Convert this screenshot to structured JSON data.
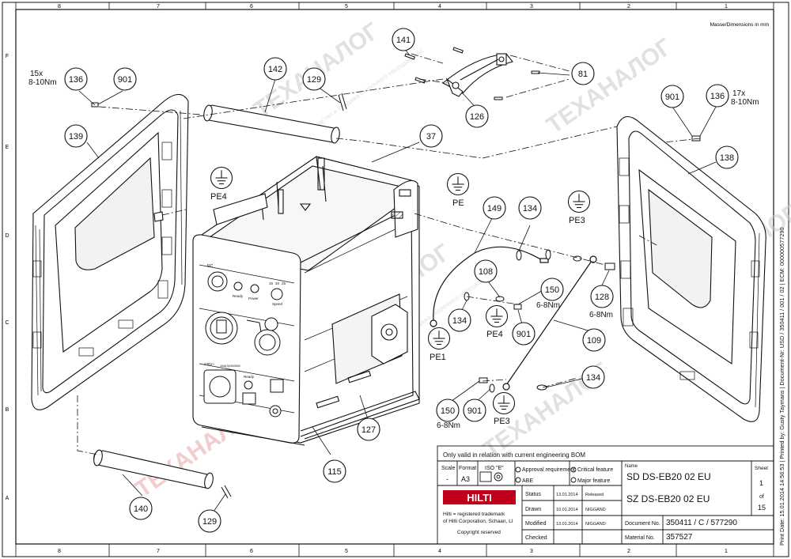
{
  "sheet": {
    "dimensions_note": "Masse/Dimensions in mm",
    "col_labels": [
      "8",
      "7",
      "6",
      "5",
      "4",
      "3",
      "2",
      "1"
    ],
    "row_labels": [
      "F",
      "E",
      "D",
      "C",
      "B",
      "A"
    ]
  },
  "watermark": {
    "text": "ТЕХАНАЛОГ",
    "subtext": "производство и продажа сварочного оборудования"
  },
  "callouts": [
    {
      "id": "c136a",
      "label": "136"
    },
    {
      "id": "c901a",
      "label": "901"
    },
    {
      "id": "c142",
      "label": "142"
    },
    {
      "id": "c129a",
      "label": "129"
    },
    {
      "id": "c141",
      "label": "141"
    },
    {
      "id": "c81",
      "label": "81"
    },
    {
      "id": "c126",
      "label": "126"
    },
    {
      "id": "c37",
      "label": "37"
    },
    {
      "id": "c139",
      "label": "139"
    },
    {
      "id": "c901b",
      "label": "901"
    },
    {
      "id": "c136b",
      "label": "136"
    },
    {
      "id": "c138",
      "label": "138"
    },
    {
      "id": "c149",
      "label": "149"
    },
    {
      "id": "c134a",
      "label": "134"
    },
    {
      "id": "c108",
      "label": "108"
    },
    {
      "id": "c150a",
      "label": "150"
    },
    {
      "id": "c128",
      "label": "128"
    },
    {
      "id": "c134b",
      "label": "134"
    },
    {
      "id": "c901c",
      "label": "901"
    },
    {
      "id": "c109",
      "label": "109"
    },
    {
      "id": "c134c",
      "label": "134"
    },
    {
      "id": "c150b",
      "label": "150"
    },
    {
      "id": "c901d",
      "label": "901"
    },
    {
      "id": "c127",
      "label": "127"
    },
    {
      "id": "c115",
      "label": "115"
    },
    {
      "id": "c140",
      "label": "140"
    },
    {
      "id": "c129b",
      "label": "129"
    }
  ],
  "annotations": {
    "torque_left": [
      "15x",
      "8-10Nm"
    ],
    "torque_right": [
      "17x",
      "8-10Nm"
    ],
    "torque_150a": "6-8Nm",
    "torque_128": "6-8Nm",
    "torque_150b": "6-8Nm"
  },
  "ground_labels": [
    "PE4",
    "PE",
    "PE3",
    "PE4",
    "PE1",
    "PE3"
  ],
  "panel_labels": {
    "rc": "RC",
    "ready": "Ready",
    "power": "Power",
    "l1": "16",
    "l2": "20",
    "l3": "25",
    "speed": "Speed",
    "volt": "230V~",
    "amp": "16A(3)/3500W",
    "ready2": "Ready"
  },
  "side_strip": "Print Date: 15.01.2014 14:56:53 | Printed by: Gusty Taymans | Document-Nr: USD / 350411 / 001 / 02 | ECM: 000000577290",
  "title_block": {
    "note": "Only valid in relation with current engineering BOM",
    "scale_h": "Scale",
    "format_h": "Format",
    "iso_h": "ISO \"E\"",
    "scale": "-",
    "format": "A3",
    "approval": "Approval requirement",
    "critical": "Critical feature",
    "abe": "ABE",
    "major": "Major feature",
    "name_label": "Name",
    "name1": "SD DS-EB20 02 EU",
    "name2": "SZ DS-EB20 02 EU",
    "sheet_label": "Sheet",
    "sheet_no": "1",
    "of_label": "of",
    "sheet_total": "15",
    "logo": "HILTI",
    "trademark1": "Hilti = registered trademark",
    "trademark2": "of Hilti Corporation, Schaan, LI",
    "copyright": "Copyright reserved",
    "rows": [
      {
        "label": "Status",
        "date": "13.01.2014",
        "who": "Released"
      },
      {
        "label": "Drawn",
        "date": "10.01.2014",
        "who": "NIGGAND"
      },
      {
        "label": "Modified",
        "date": "13.01.2014",
        "who": "NIGGAND"
      },
      {
        "label": "Checked",
        "date": "",
        "who": ""
      }
    ],
    "docno_label": "Document No.",
    "docno": "350411 / C / 577290",
    "matno_label": "Material No.",
    "matno": "357527"
  }
}
